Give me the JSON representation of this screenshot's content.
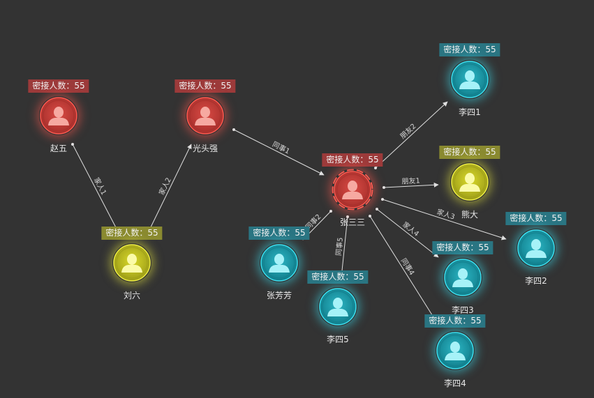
{
  "colors": {
    "red": {
      "badge": "#9c3a3a",
      "fill": "#d94a44",
      "fill_dark": "#a8302c",
      "glow": "#ff5a50",
      "icon": "#f6a9a1"
    },
    "yellow": {
      "badge": "#8a8a30",
      "fill": "#d9d92a",
      "fill_dark": "#9e9e18",
      "glow": "#eeee44",
      "icon": "#fbfba8"
    },
    "cyan": {
      "badge": "#2a7582",
      "fill": "#2cb6c4",
      "fill_dark": "#117e8c",
      "glow": "#3de0f0",
      "icon": "#a6f2f8"
    },
    "edge": "#e0e0e0"
  },
  "nodes": [
    {
      "id": "zhaowu",
      "name": "赵五",
      "badge": "密接人数：55",
      "color": "red",
      "icon": "person-icon"
    },
    {
      "id": "guangtouqiang",
      "name": "光头强",
      "badge": "密接人数：55",
      "color": "red",
      "icon": "person-icon"
    },
    {
      "id": "liuliu",
      "name": "刘六",
      "badge": "密接人数：55",
      "color": "yellow",
      "icon": "person-icon"
    },
    {
      "id": "zhangsansan",
      "name": "张三三",
      "badge": "密接人数：55",
      "color": "red",
      "icon": "person-icon",
      "focus": true
    },
    {
      "id": "zhangfangfang",
      "name": "张芳芳",
      "badge": "密接人数：55",
      "color": "cyan",
      "icon": "person-icon"
    },
    {
      "id": "lisi5",
      "name": "李四5",
      "badge": "密接人数：55",
      "color": "cyan",
      "icon": "person-icon"
    },
    {
      "id": "lisi1",
      "name": "李四1",
      "badge": "密接人数：55",
      "color": "cyan",
      "icon": "person-icon"
    },
    {
      "id": "xiongda",
      "name": "熊大",
      "badge": "密接人数：55",
      "color": "yellow",
      "icon": "person-icon"
    },
    {
      "id": "lisi2",
      "name": "李四2",
      "badge": "密接人数：55",
      "color": "cyan",
      "icon": "person-icon"
    },
    {
      "id": "lisi3",
      "name": "李四3",
      "badge": "密接人数：55",
      "color": "cyan",
      "icon": "person-icon"
    },
    {
      "id": "lisi4",
      "name": "李四4",
      "badge": "密接人数：55",
      "color": "cyan",
      "icon": "person-icon"
    }
  ],
  "edges": [
    {
      "id": "e-jiaren1",
      "from": "zhaowu",
      "to": "liuliu",
      "label": "家人1"
    },
    {
      "id": "e-jiaren2",
      "from": "liuliu",
      "to": "guangtouqiang",
      "label": "家人2"
    },
    {
      "id": "e-tongshi1",
      "from": "guangtouqiang",
      "to": "zhangsansan",
      "label": "同事1"
    },
    {
      "id": "e-pengyou2",
      "from": "zhangsansan",
      "to": "lisi1",
      "label": "朋友2"
    },
    {
      "id": "e-pengyou1",
      "from": "zhangsansan",
      "to": "xiongda",
      "label": "朋友1"
    },
    {
      "id": "e-jiaren3",
      "from": "zhangsansan",
      "to": "lisi2",
      "label": "家人3"
    },
    {
      "id": "e-jiaren4",
      "from": "zhangsansan",
      "to": "lisi3",
      "label": "家人4"
    },
    {
      "id": "e-tongshi4",
      "from": "zhangsansan",
      "to": "lisi4",
      "label": "同事4"
    },
    {
      "id": "e-tongshi5",
      "from": "zhangsansan",
      "to": "lisi5",
      "label": "同事5"
    },
    {
      "id": "e-tongshi2",
      "from": "zhangsansan",
      "to": "zhangfangfang",
      "label": "同事2"
    }
  ]
}
